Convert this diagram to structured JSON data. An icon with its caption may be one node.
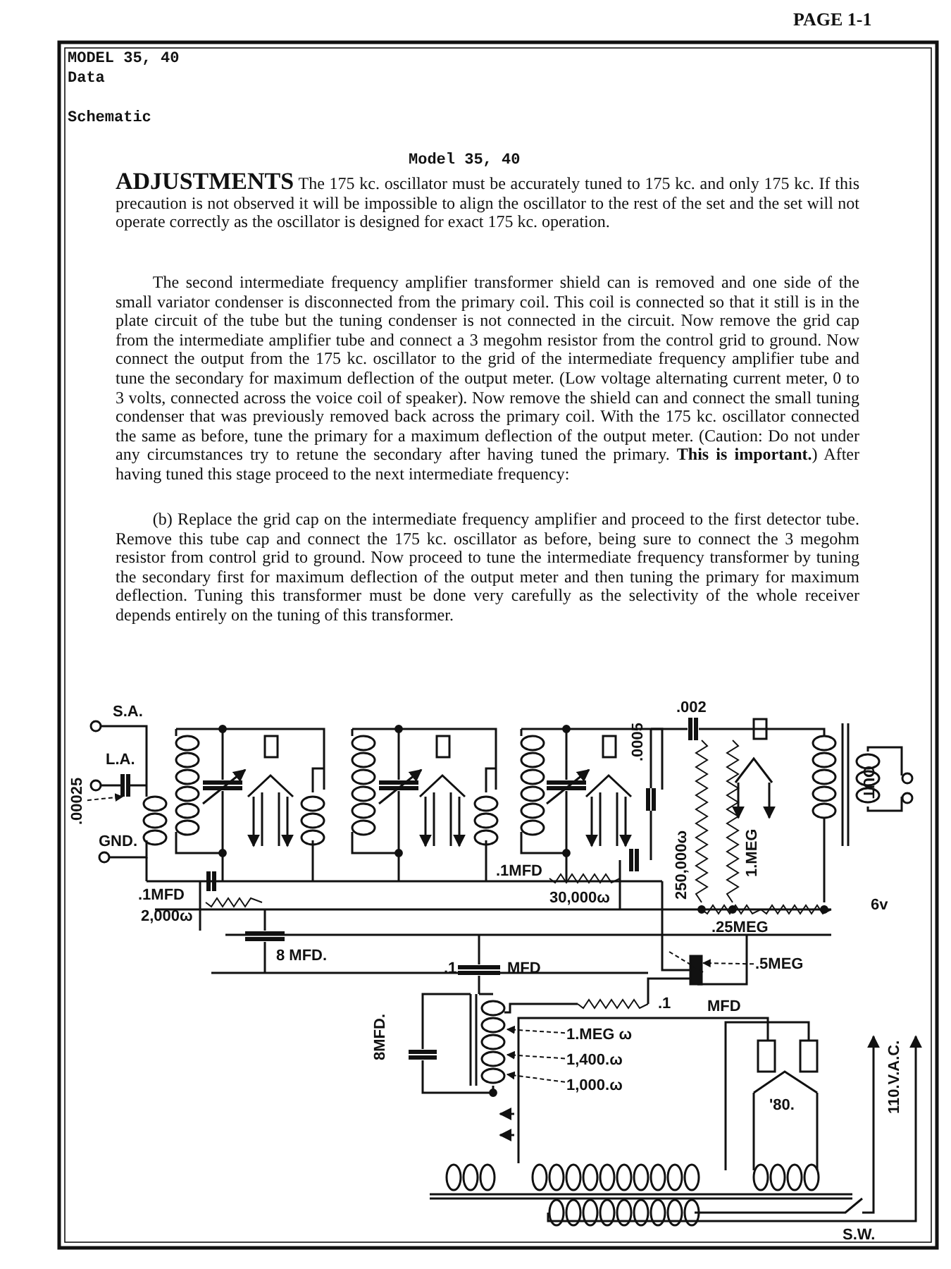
{
  "diagram": {
    "nodes": [
      {
        "text": [
          ".00025"
        ]
      },
      {
        "text": [
          ".5MEG"
        ]
      },
      {
        "text": [
          "1.MEG ω"
        ]
      },
      {
        "text": [
          "1,400.ω"
        ]
      },
      {
        "text": [
          "1,000.ω"
        ]
      }
    ],
    "edges": [
      {
        "from": 0,
        "to": null,
        "arrow": "to",
        "style": "dashed"
      },
      {
        "from": 1,
        "to": null,
        "arrow": "to",
        "style": "dashed"
      },
      {
        "from": 2,
        "to": null,
        "arrow": "to",
        "style": "dashed"
      },
      {
        "from": 3,
        "to": null,
        "arrow": "to",
        "style": "dashed"
      },
      {
        "from": 4,
        "to": null,
        "arrow": "to",
        "style": "dashed"
      }
    ],
    "labels": [
      "PAGE 1-1",
      "MODEL 35, 40",
      "Data",
      "Schematic",
      "Model 35, 40",
      "**ADJUSTMENTS** The 175 kc. oscillator must be accurately tuned to 175 kc. and only 175 kc. If this precaution is not observed it will be impossible to align the oscillator to the rest of the set and the set will not operate correctly as the oscillator is designed for exact 175 kc. operation.",
      "The second intermediate frequency amplifier transformer shield can is removed and one side of the small variator condenser is disconnected from the primary coil. This coil is connected so that it still is in the plate circuit of the tube but the tuning condenser is not connected in the circuit. Now remove the grid cap from the intermediate amplifier tube and connect a 3 megohm resistor from the control grid to ground. Now connect the output from the 175 kc. oscillator to the grid of the intermediate frequency amplifier tube and tune the secondary for maximum deflection of the output meter. (Low voltage alternating current meter, 0 to 3 volts, connected across the voice coil of speaker). Now remove the shield can and connect the small tuning condenser that was previously removed back across the primary coil. With the 175 kc. oscillator connected the same as before, tune the primary for a maximum deflection of the output meter. (Caution: Do not under any circumstances try to retune the secondary after having tuned the primary. **This is important.**) After having tuned this stage proceed to the next intermediate frequency:",
      "(b) Replace the grid cap on the intermediate frequency amplifier and proceed to the first detector tube. Remove this tube cap and connect the 175 kc. oscillator as before, being sure to connect the 3 megohm resistor from control grid to ground. Now proceed to tune the intermediate frequency transformer by tuning the secondary first for maximum deflection of the output meter and then tuning the primary for maximum deflection. Tuning this transformer must be done very carefully as the selectivity of the whole receiver depends entirely on the tuning of this transformer.",
      "S.A.",
      ".002",
      "L.A.",
      "OUT",
      ".0005",
      "GND.",
      "250,000ω",
      "1.MEG",
      ".1MFD",
      ".1MFD",
      "30,000ω",
      "2,000ω",
      "6v",
      ".25MEG",
      "8 MFD.",
      ".1",
      "MFD",
      ".1",
      "MFD",
      "8MFD.",
      "110.V.A.C.",
      "'80.",
      "S.W."
    ]
  }
}
